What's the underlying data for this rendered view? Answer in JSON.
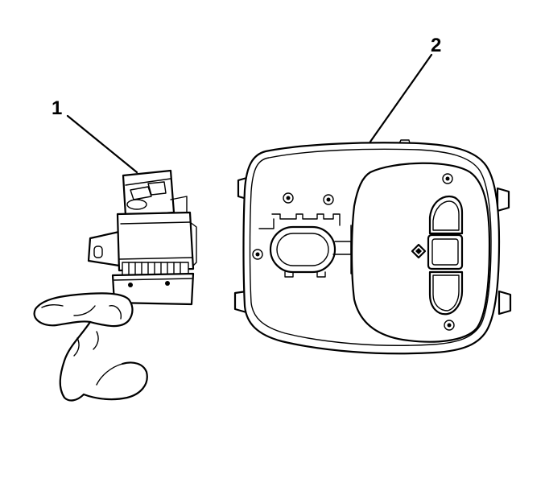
{
  "callouts": [
    {
      "id": "1",
      "text": "1"
    },
    {
      "id": "2",
      "text": "2"
    }
  ]
}
